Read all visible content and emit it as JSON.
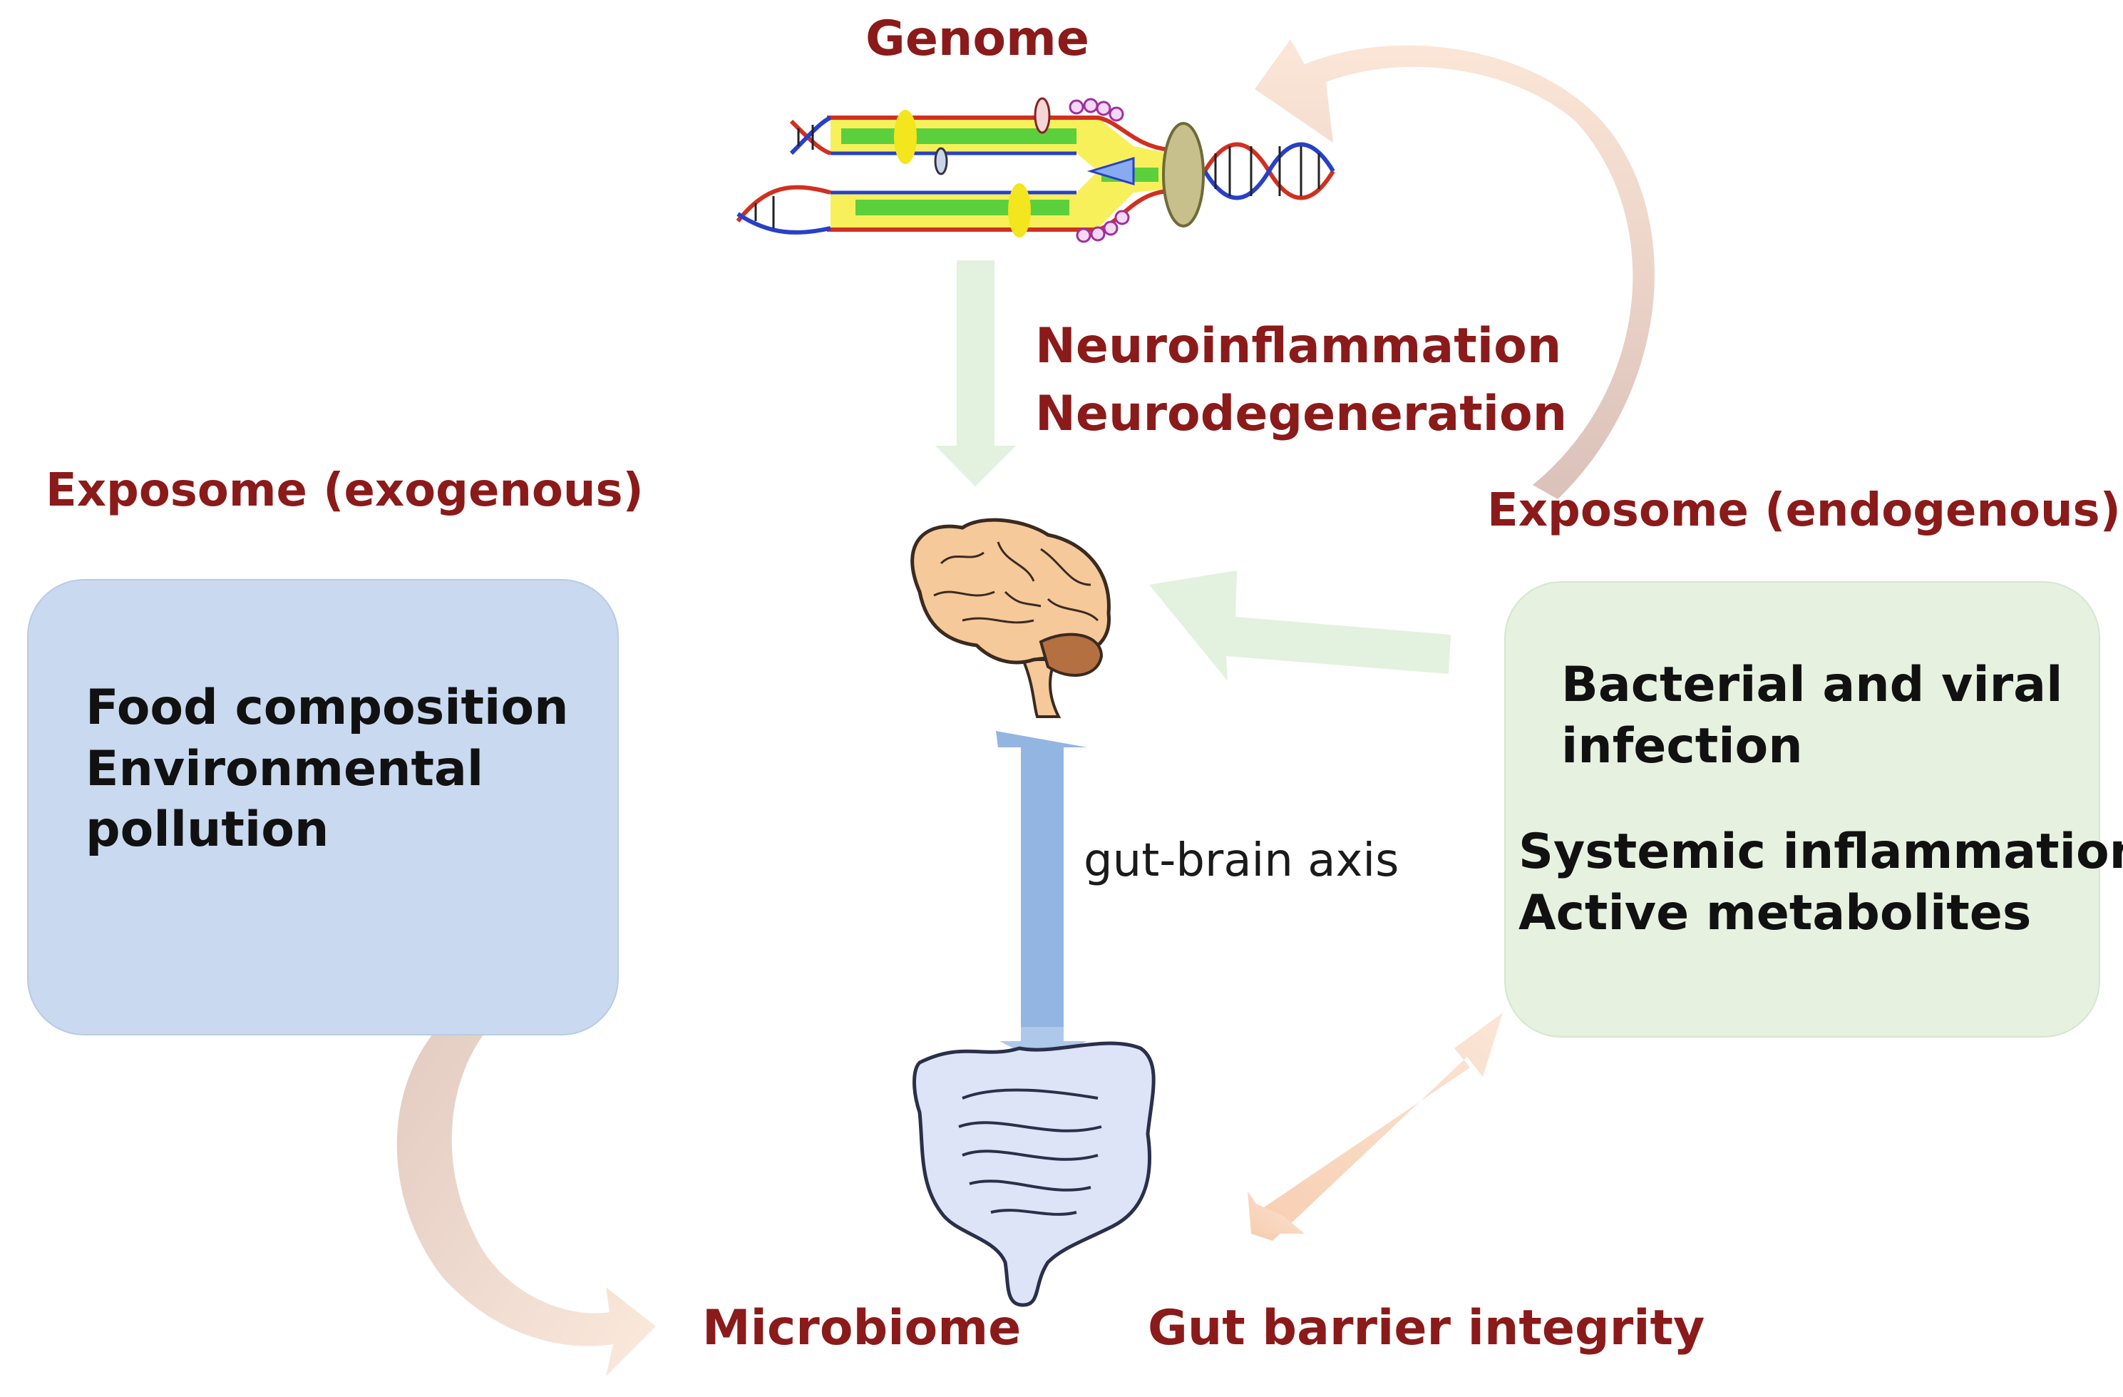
{
  "labels": {
    "genome": "Genome",
    "neuro_1": "Neuroinflammation",
    "neuro_2": "Neurodegeneration",
    "exposome_exo": "Exposome (exogenous)",
    "exposome_endo": "Exposome (endogenous)",
    "gut_brain_axis": "gut-brain axis",
    "microbiome": "Microbiome",
    "gut_barrier": "Gut barrier integrity"
  },
  "exo_box": {
    "lines": [
      "Food composition",
      "Environmental",
      "pollution"
    ]
  },
  "endo_box": {
    "lines_a": [
      "Bacterial and viral",
      "infection"
    ],
    "lines_b": [
      "Systemic inflammation",
      "Active metabolites"
    ]
  },
  "colors": {
    "label_red": "#8b1a1a",
    "exo_box_fill": "#c9d9ef",
    "endo_box_fill": "#e6f1e0",
    "axis_arrow": "#93b5e1",
    "green_arrow": "#e3f1df",
    "peach_arrow": "#f7cdb0",
    "brain": "#f6c99a",
    "gut": "#dde4f7"
  },
  "icons": [
    "dna-icon",
    "brain-icon",
    "intestine-icon"
  ]
}
